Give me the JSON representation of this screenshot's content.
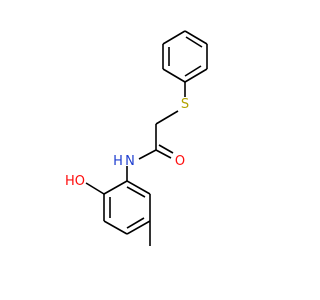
{
  "molecule": {
    "atoms": {
      "sulfur": "S",
      "nitrogen": "N",
      "nitrogen_h": "H",
      "carbonyl_oxygen": "O",
      "hydroxyl_oxygen": "HO"
    },
    "colors": {
      "bond": "#000000",
      "sulfur": "#b2a300",
      "nitrogen": "#1f3fd0",
      "oxygen": "#ff0d0d"
    }
  }
}
